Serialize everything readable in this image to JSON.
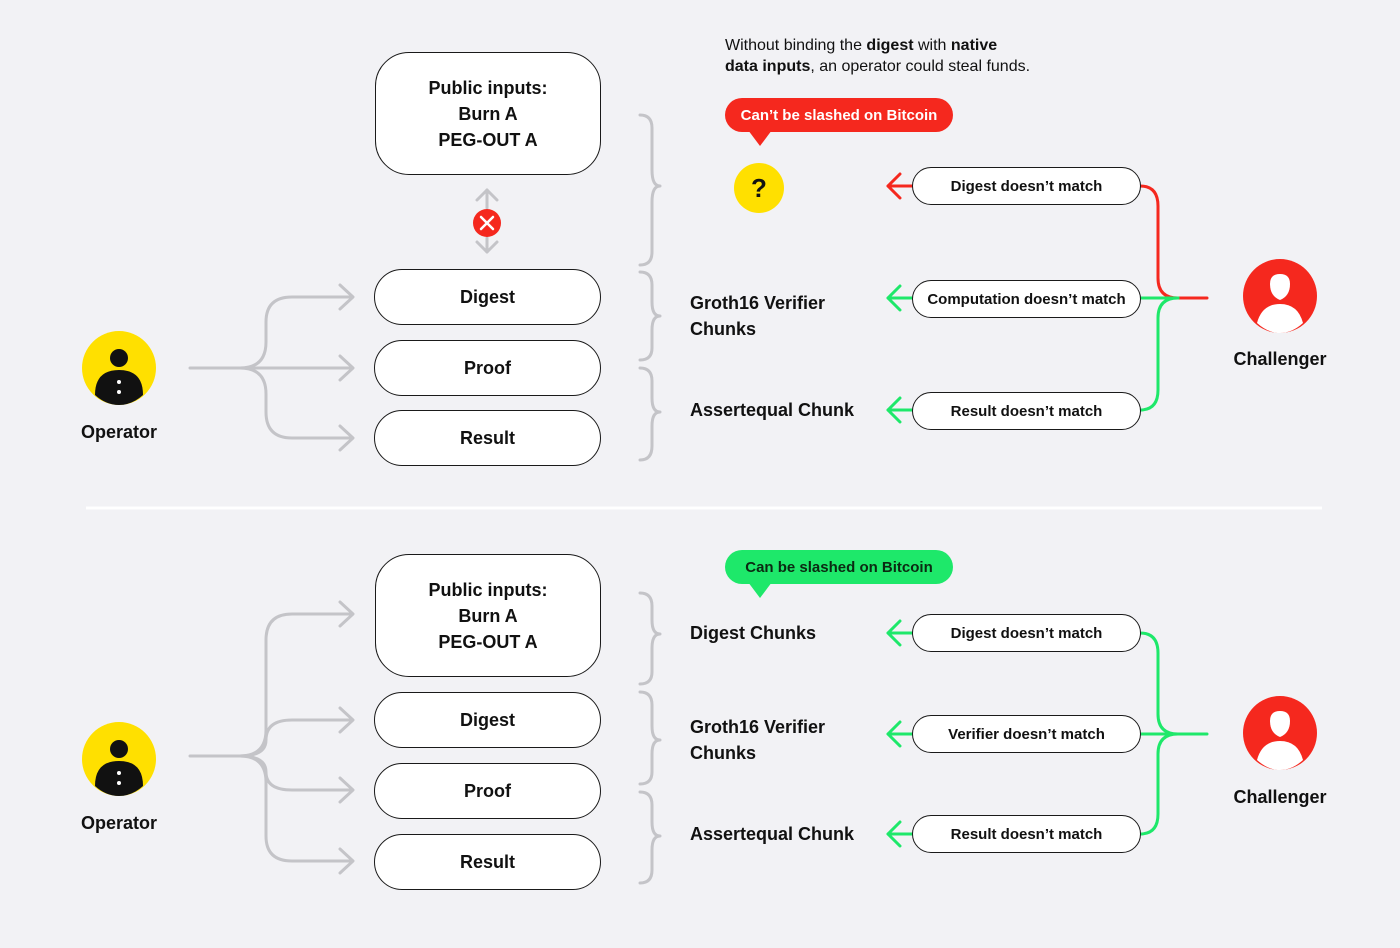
{
  "top": {
    "note": {
      "p1": "Without binding the ",
      "b1": "digest",
      "p2": " with ",
      "b2": "native",
      "b3": "data inputs",
      "p3": ", an operator could steal funds."
    },
    "bubble": "Can’t be slashed on Bitcoin",
    "question": "?",
    "operator": "Operator",
    "challenger": "Challenger",
    "public_inputs": [
      "Public inputs:",
      "Burn A",
      "PEG-OUT A"
    ],
    "boxes": [
      "Digest",
      "Proof",
      "Result"
    ],
    "groups": [
      "Groth16 Verifier\nChunks",
      "Assertequal Chunk"
    ],
    "pills": [
      "Digest doesn’t match",
      "Computation doesn’t match",
      "Result doesn’t match"
    ]
  },
  "bottom": {
    "bubble": "Can be slashed on Bitcoin",
    "operator": "Operator",
    "challenger": "Challenger",
    "public_inputs": [
      "Public inputs:",
      "Burn A",
      "PEG-OUT A"
    ],
    "boxes": [
      "Digest",
      "Proof",
      "Result"
    ],
    "groups": [
      "Digest Chunks",
      "Groth16 Verifier\nChunks",
      "Assertequal Chunk"
    ],
    "pills": [
      "Digest doesn’t match",
      "Verifier doesn’t match",
      "Result doesn’t match"
    ]
  },
  "colors": {
    "red": "#f5281e",
    "green": "#1ee86a",
    "yellow": "#ffe000",
    "gray": "#c4c4c8"
  }
}
